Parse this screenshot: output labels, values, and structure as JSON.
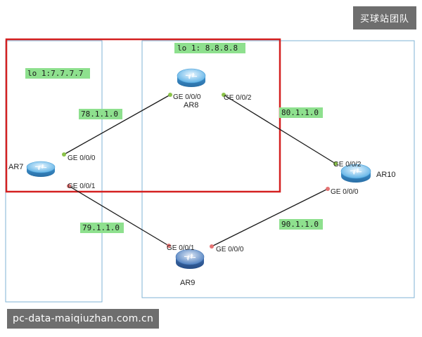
{
  "badge": {
    "text": "买球站团队"
  },
  "watermark": {
    "text": "pc-data-maiqiuzhan.com.cn"
  },
  "loopbacks": {
    "ar7": "lo 1:7.7.7.7",
    "ar8": "lo 1: 8.8.8.8"
  },
  "links": {
    "ar7_ar8": "78.1.1.0",
    "ar8_ar10": "80.1.1.0",
    "ar7_ar9": "79.1.1.0",
    "ar9_ar10": "90.1.1.0"
  },
  "devices": {
    "ar7": "AR7",
    "ar8": "AR8",
    "ar9": "AR9",
    "ar10": "AR10"
  },
  "ports": {
    "ar7_ge000": "GE 0/0/0",
    "ar7_ge001": "GE 0/0/1",
    "ar8_ge000": "GE 0/0/0",
    "ar8_ge002": "GE 0/0/2",
    "ar10_ge002": "GE 0/0/2",
    "ar10_ge000": "GE 0/0/0",
    "ar9_ge001": "GE 0/0/1",
    "ar9_ge000": "GE 0/0/0"
  },
  "colors": {
    "area_blue": "#7fb3d5",
    "highlight_red": "#d42020",
    "label_green": "#8ee08e",
    "port_up": "#8bc34a",
    "port_down": "#e57373"
  }
}
